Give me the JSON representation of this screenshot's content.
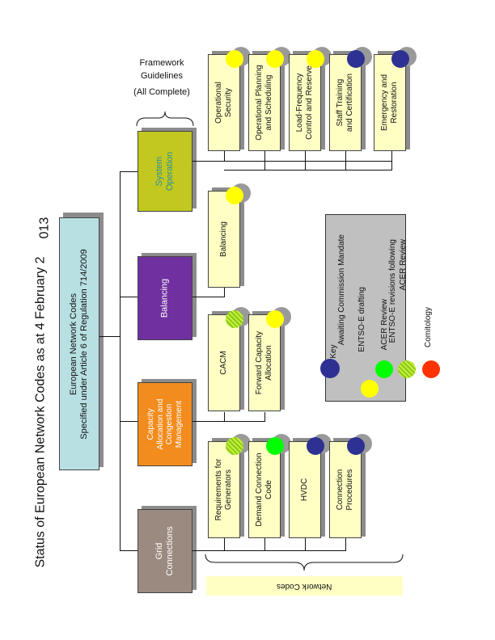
{
  "title": "Status of European Network Codes as at 4 February 2",
  "title_suffix": "013",
  "root": {
    "line1": "European Network Codes",
    "line2": "Specified under Article 6 of Regulation 714/2009"
  },
  "framework": {
    "line1": "Framework",
    "line2": "Guidelines",
    "line3": "(All Complete)"
  },
  "network_codes_label": "Network Codes",
  "colors": {
    "system_operation": "#c2c820",
    "balancing": "#7030a0",
    "capacity": "#f28c1e",
    "grid": "#9b8a80",
    "root": "#b8e0e3",
    "code_box": "#ffffc4",
    "awaiting": "#2e3192",
    "drafting": "#ffff00",
    "acer_review": "#00ff00",
    "revisions": "#9fe02a",
    "comitology": "#ff3300"
  },
  "categories": {
    "system_operation": {
      "line1": "System",
      "line2": "Operation"
    },
    "balancing": {
      "line1": "Balancing"
    },
    "capacity": {
      "line1": "Capacity",
      "line2": "Allocation and",
      "line3": "Congestion",
      "line4": "Management"
    },
    "grid": {
      "line1": "Grid",
      "line2": "Connections"
    }
  },
  "codes": {
    "operational_security": {
      "line1": "Operational",
      "line2": "Security",
      "status": "ENTSO-E drafting"
    },
    "operational_planning": {
      "line1": "Operational Planning",
      "line2": "and Scheduling",
      "status": "ENTSO-E drafting"
    },
    "load_frequency": {
      "line1": "Load-Frequency",
      "line2": "Control and Reserve",
      "status": "ENTSO-E drafting"
    },
    "staff_training": {
      "line1": "Staff Training",
      "line2": "and Certification",
      "status": "Awaiting Commission Mandate"
    },
    "emergency": {
      "line1": "Emergency and",
      "line2": "Restoration",
      "status": "Awaiting Commission Mandate"
    },
    "balancing_code": {
      "line1": "Balancing",
      "status": "ENTSO-E drafting"
    },
    "cacm": {
      "line1": "CACM",
      "status": "ENTSO-E revisions following ACER Review"
    },
    "forward_capacity": {
      "line1": "Forward Capacity",
      "line2": "Allocation",
      "status": "ENTSO-E drafting"
    },
    "requirements_generators": {
      "line1": "Requirements for",
      "line2": "Generators",
      "status": "ENTSO-E revisions following ACER Review"
    },
    "demand_connection": {
      "line1": "Demand Connection",
      "line2": "Code",
      "status": "ACER Review"
    },
    "hvdc": {
      "line1": "HVDC",
      "status": "Awaiting Commission Mandate"
    },
    "connection_procedures": {
      "line1": "Connection",
      "line2": "Procedures",
      "status": "Awaiting Commission Mandate"
    }
  },
  "key": {
    "title": "Key",
    "awaiting": "Awaiting Commission Mandate",
    "drafting": "ENTSO-E drafting",
    "acer_review": "ACER Review",
    "revisions_line1": "ENTSO-E revisions following",
    "revisions_line2": "ACER Review",
    "comitology": "Comitology"
  }
}
